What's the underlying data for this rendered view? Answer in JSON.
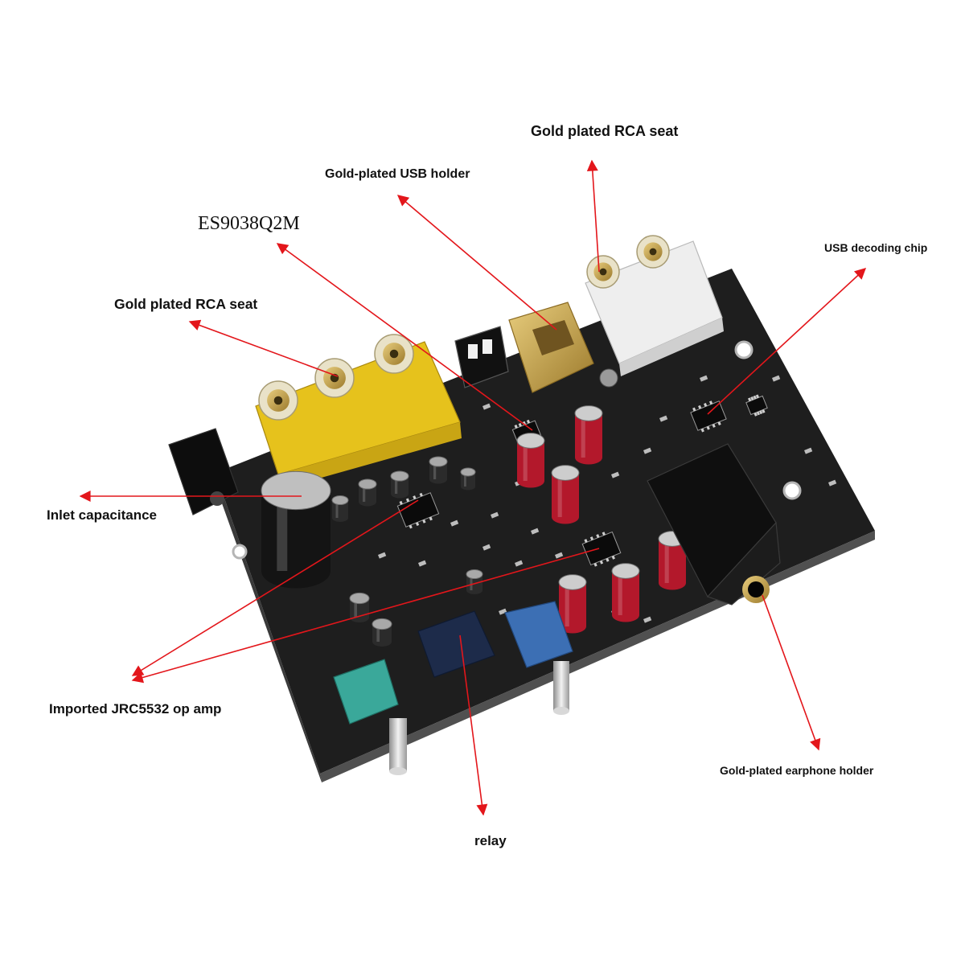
{
  "labels": {
    "rca_seat_top": "Gold plated RCA seat",
    "usb_holder": "Gold-plated USB holder",
    "dac_chip": "ES9038Q2M",
    "usb_decoding_chip": "USB decoding chip",
    "rca_seat_left": "Gold plated RCA seat",
    "inlet_capacitance": "Inlet capacitance",
    "op_amp": "Imported JRC5532 op amp",
    "earphone_holder": "Gold-plated earphone holder",
    "relay": "relay"
  },
  "colors": {
    "arrow": "#e3161b",
    "board": "#1e1e1e",
    "rca_block_left": "#e6c21c",
    "rca_block_top": "#eeeeee",
    "usb_holder": "#c9a24a",
    "capacitor_red": "#b3182b",
    "pot_blue": "#3c6fb4",
    "pot_green": "#3aa89a",
    "relay": "#1d2b4a"
  }
}
